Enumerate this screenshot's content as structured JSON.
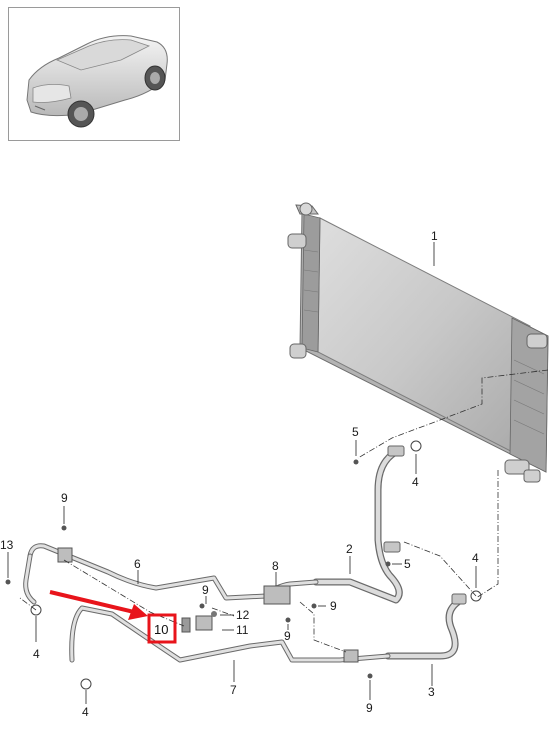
{
  "thumbnail": {
    "icon": "car-suv-icon"
  },
  "callouts": [
    {
      "id": "c1",
      "text": "1"
    },
    {
      "id": "c2",
      "text": "2"
    },
    {
      "id": "c3",
      "text": "3"
    },
    {
      "id": "c4a",
      "text": "4"
    },
    {
      "id": "c4b",
      "text": "4"
    },
    {
      "id": "c4c",
      "text": "4"
    },
    {
      "id": "c4d",
      "text": "4"
    },
    {
      "id": "c5a",
      "text": "5"
    },
    {
      "id": "c5b",
      "text": "5"
    },
    {
      "id": "c6",
      "text": "6"
    },
    {
      "id": "c7",
      "text": "7"
    },
    {
      "id": "c8",
      "text": "8"
    },
    {
      "id": "c9a",
      "text": "9"
    },
    {
      "id": "c9b",
      "text": "9"
    },
    {
      "id": "c9c",
      "text": "9"
    },
    {
      "id": "c9d",
      "text": "9"
    },
    {
      "id": "c9e",
      "text": "9"
    },
    {
      "id": "c10",
      "text": "10"
    },
    {
      "id": "c11",
      "text": "11"
    },
    {
      "id": "c12",
      "text": "12"
    },
    {
      "id": "c13",
      "text": "13"
    }
  ],
  "highlight": {
    "part": "10",
    "color": "#e8141b",
    "icon": "pointer-arrow-icon"
  }
}
